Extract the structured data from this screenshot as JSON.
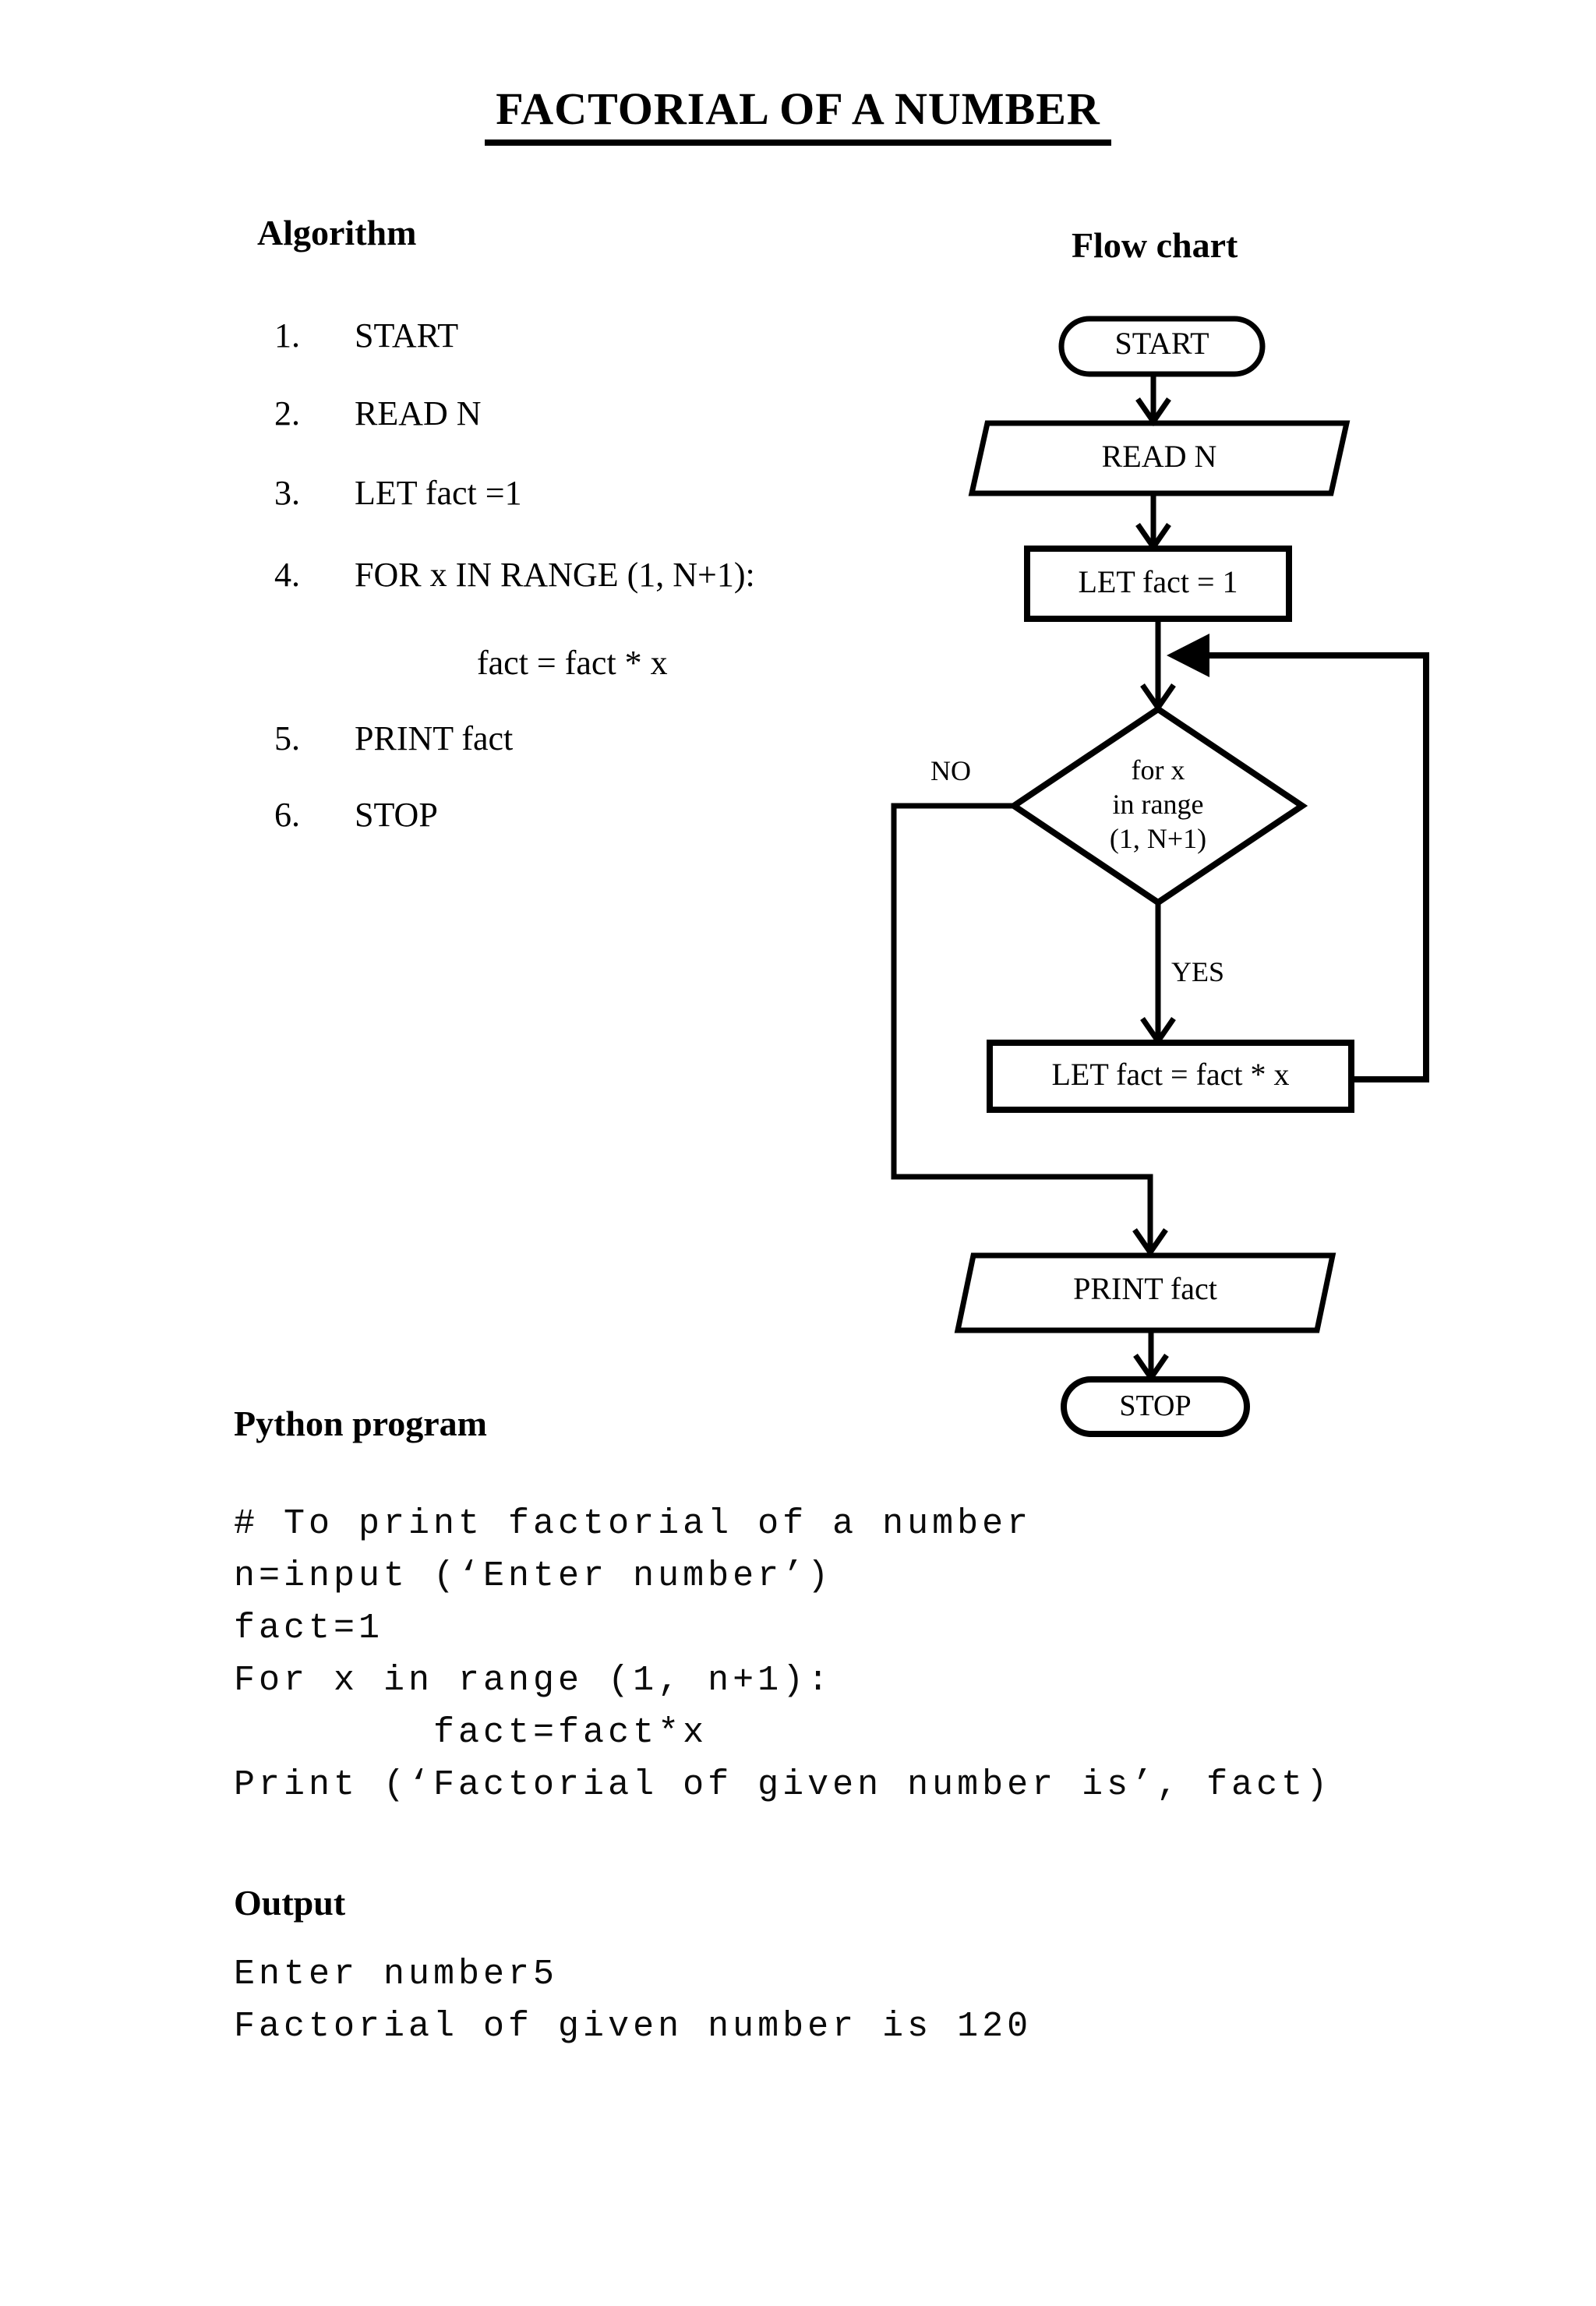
{
  "page": {
    "title": "FACTORIAL OF A NUMBER"
  },
  "algorithm": {
    "heading": "Algorithm",
    "items": [
      {
        "num": "1.",
        "text": "START"
      },
      {
        "num": "2.",
        "text": "READ N"
      },
      {
        "num": "3.",
        "text": "LET fact =1"
      },
      {
        "num": "4.",
        "text": "FOR x IN RANGE (1, N+1):",
        "sub": "fact = fact * x"
      },
      {
        "num": "5.",
        "text": "PRINT fact"
      },
      {
        "num": "6.",
        "text": "STOP"
      }
    ]
  },
  "flowchart": {
    "heading": "Flow chart",
    "nodes": {
      "start": "START",
      "read": "READ N",
      "let1": "LET fact = 1",
      "decision": "for x\nin range\n(1, N+1)",
      "no": "NO",
      "yes": "YES",
      "letx": "LET fact = fact * x",
      "print": "PRINT fact",
      "stop": "STOP"
    }
  },
  "python": {
    "heading": "Python program",
    "lines": [
      "# To print factorial of a number",
      "n=input (‘Enter number’)",
      "fact=1",
      "For x in range (1, n+1):",
      "        fact=fact*x",
      "Print (‘Factorial of given number is’, fact)"
    ]
  },
  "output": {
    "heading": "Output",
    "lines": [
      "Enter number5",
      "Factorial of given number is 120"
    ]
  },
  "colors": {
    "ink": "#000000",
    "background": "#ffffff"
  }
}
